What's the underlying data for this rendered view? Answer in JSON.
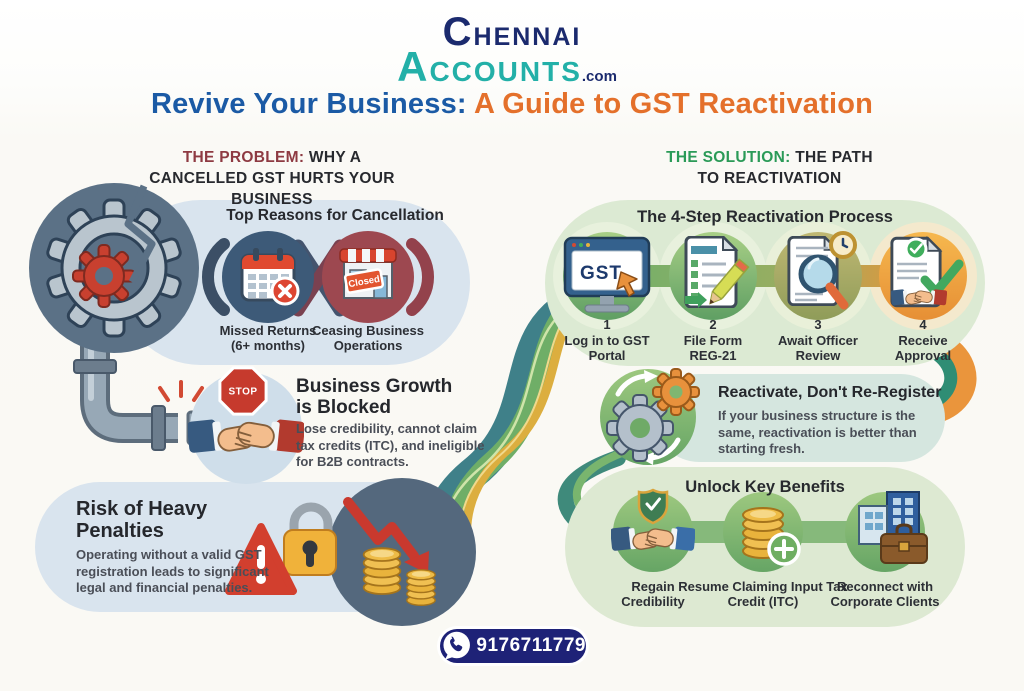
{
  "logo": {
    "line1": "CHENNAI",
    "line2": "ACCOUNTS",
    "suffix": ".com"
  },
  "title": {
    "part1": "Revive Your Business:",
    "part2": " A Guide to GST Reactivation"
  },
  "problem": {
    "heading_prefix": "THE PROBLEM:",
    "heading_rest": " WHY A CANCELLED GST HURTS YOUR BUSINESS",
    "cancellation": {
      "title": "Top Reasons for Cancellation",
      "reasons": [
        {
          "label": "Missed Returns (6+ months)",
          "icon": "calendar-x-icon"
        },
        {
          "label": "Ceasing Business Operations",
          "icon": "closed-store-icon",
          "sign": "Closed"
        }
      ]
    },
    "blocked": {
      "title": "Business Growth is Blocked",
      "body": "Lose credibility, cannot claim tax credits (ITC), and ineligible for B2B contracts.",
      "stop_sign": "STOP",
      "icon": "handshake-stop-icon"
    },
    "penalties": {
      "title": "Risk of Heavy Penalties",
      "body": "Operating without a valid GST registration leads to significant legal and financial penalties.",
      "icons": [
        "warning-triangle-icon",
        "padlock-icon",
        "coin-stack-icon",
        "down-arrow-icon"
      ]
    }
  },
  "solution": {
    "heading_prefix": "THE SOLUTION:",
    "heading_rest": " THE PATH TO REACTIVATION",
    "process": {
      "title": "The 4-Step Reactivation Process",
      "steps": [
        {
          "num": "1",
          "label": "Log in to GST Portal",
          "icon": "gst-portal-monitor-icon",
          "screen_text": "GST"
        },
        {
          "num": "2",
          "label": "File Form REG-21",
          "icon": "form-pencil-icon"
        },
        {
          "num": "3",
          "label": "Await Officer Review",
          "icon": "magnifier-document-icon"
        },
        {
          "num": "4",
          "label": "Receive Approval",
          "icon": "approved-document-icon"
        }
      ]
    },
    "reactivate": {
      "title": "Reactivate, Don't Re-Register",
      "body": "If your business structure is the same, reactivation is better than starting fresh.",
      "icon": "gears-cycle-icon"
    },
    "benefits": {
      "title": "Unlock Key Benefits",
      "items": [
        {
          "label": "Regain Credibility",
          "icon": "shield-handshake-icon"
        },
        {
          "label": "Resume Claiming Input Tax Credit (ITC)",
          "icon": "coins-plus-icon"
        },
        {
          "label": "Reconnect with Corporate Clients",
          "icon": "building-briefcase-icon"
        }
      ]
    }
  },
  "footer": {
    "phone": "9176711779",
    "icon": "whatsapp-icon"
  },
  "colors": {
    "brand_navy": "#1b2a6e",
    "brand_teal": "#23b0a8",
    "title_blue": "#1b5aa5",
    "title_orange": "#e4702b",
    "problem_maroon": "#8e3a42",
    "solution_green": "#2a9a57",
    "card_blue": "#d9e4ee",
    "card_green": "#dcead3",
    "card_teal": "#d5e6df",
    "slate_circle": "#54687d",
    "missed_circle": "#3d5a78",
    "ceasing_circle": "#9d4850",
    "step_orange": "#e8923a",
    "step_green": "#6aa968",
    "phone_pill": "#1e2277"
  }
}
